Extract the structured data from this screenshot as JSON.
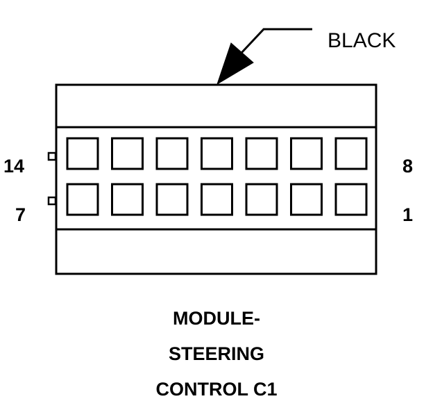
{
  "color_label": "BLACK",
  "pin_labels": {
    "top_left": "14",
    "top_right": "8",
    "bottom_left": "7",
    "bottom_right": "1"
  },
  "title_lines": [
    "MODULE-",
    "STEERING",
    "CONTROL C1"
  ],
  "connector": {
    "rows": 2,
    "cavities_per_row": 7
  },
  "colors": {
    "line": "#000000",
    "background": "#ffffff"
  }
}
